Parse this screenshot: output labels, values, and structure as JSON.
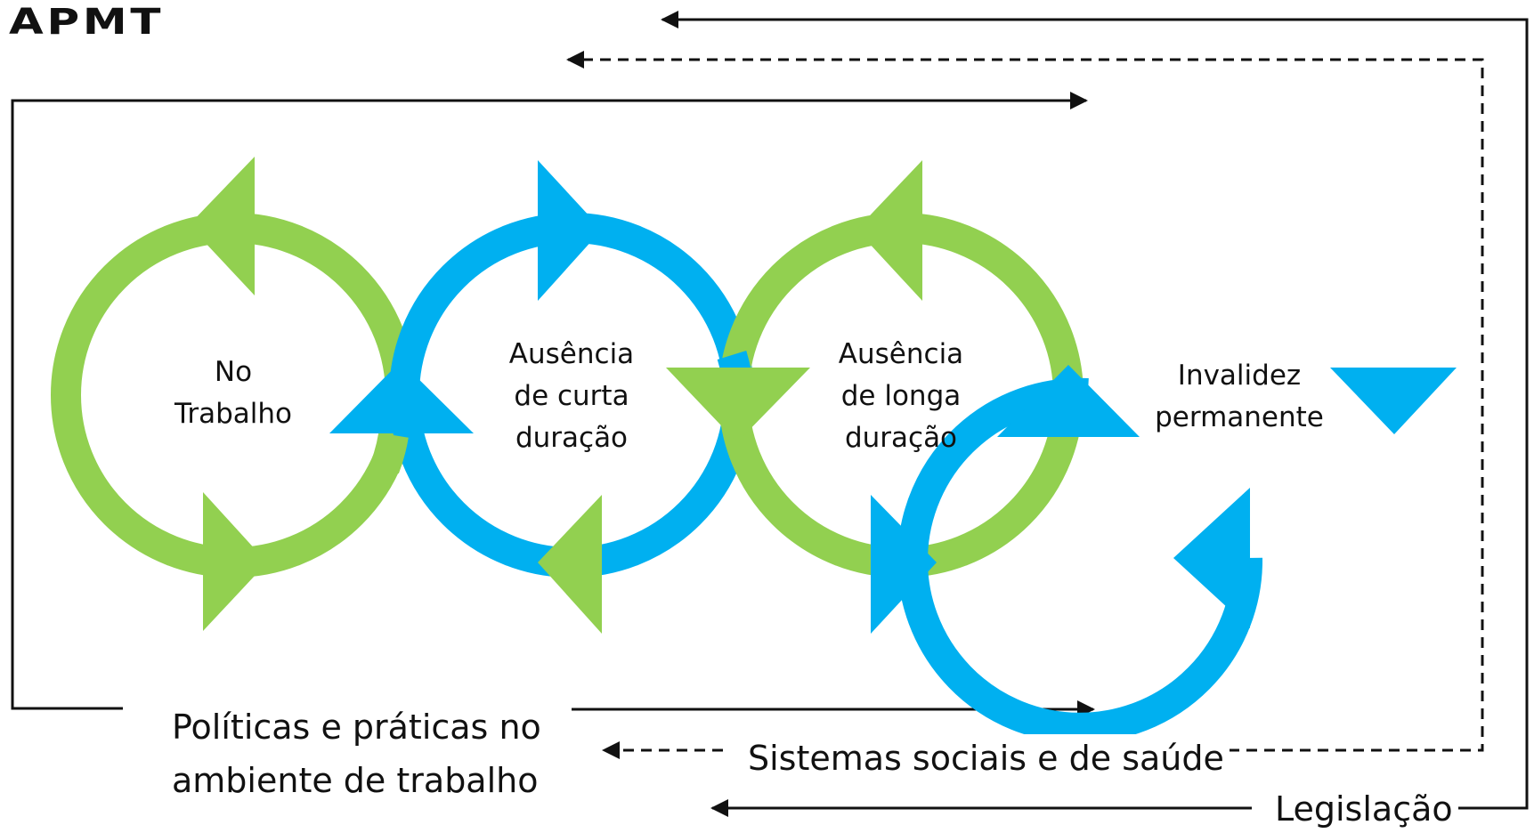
{
  "logo": {
    "text": "APMT"
  },
  "stages": [
    {
      "label": "No\nTrabalho",
      "color": "green",
      "rotation": "counter-clockwise"
    },
    {
      "label": "Ausência\nde curta\nduração",
      "color": "blue",
      "rotation": "clockwise"
    },
    {
      "label": "Ausência\nde longa\nduração",
      "color": "green",
      "rotation": "counter-clockwise"
    },
    {
      "label": "Invalidez\npermanente",
      "color": "blue",
      "rotation": "clockwise"
    }
  ],
  "bottom_labels": {
    "policies": "Políticas e práticas no\nambiente de trabalho",
    "social": "Sistemas sociais e de saúde",
    "legislation": "Legislação"
  },
  "colors": {
    "green": "#92D050",
    "blue": "#00B0F0",
    "line": "#111111",
    "background": "#FFFFFF"
  },
  "icons": {
    "circle_arrowheads": "triangle",
    "frame_line_policies": "solid-arrow-right",
    "frame_line_social": "dashed-arrow-left",
    "frame_line_legislation": "solid-arrow-left"
  }
}
